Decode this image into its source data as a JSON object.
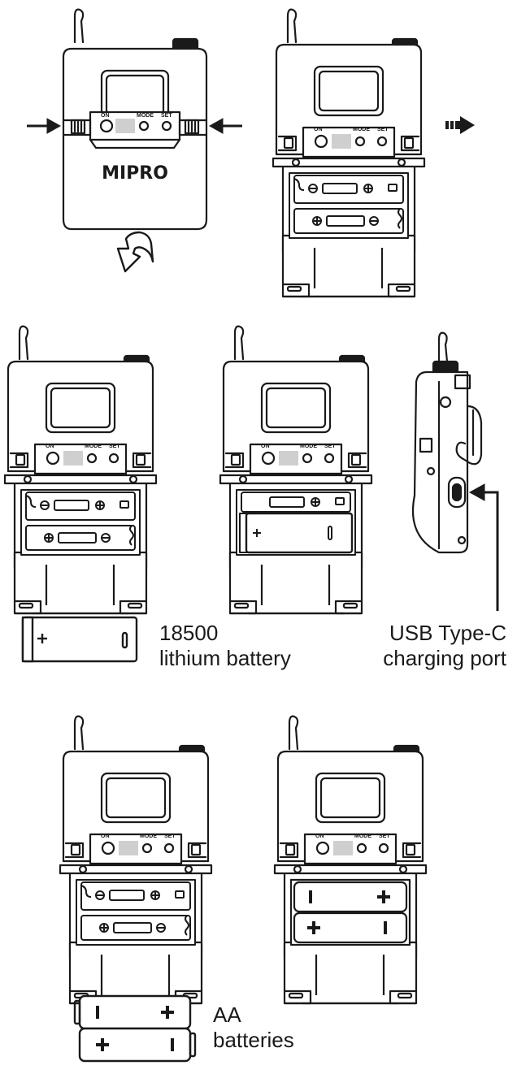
{
  "brand": {
    "logo_text": "MIPRO"
  },
  "controls": {
    "on": "ON",
    "mode": "MODE",
    "set": "SET"
  },
  "labels": {
    "lithium_line1": "18500",
    "lithium_line2": "lithium battery",
    "usb_line1": "USB Type-C",
    "usb_line2": "charging port",
    "aa_line1": "AA",
    "aa_line2": "batteries"
  },
  "colors": {
    "ink": "#1a1a1a",
    "panel": "#cfcfcf",
    "paper": "#ffffff"
  },
  "icons": [
    "antenna-icon",
    "arrow-right-icon",
    "arrow-left-icon",
    "rotate-arrow-icon",
    "dashed-arrow-right-icon",
    "battery-plus-icon",
    "battery-minus-icon",
    "usb-port-icon",
    "belt-clip-icon"
  ]
}
